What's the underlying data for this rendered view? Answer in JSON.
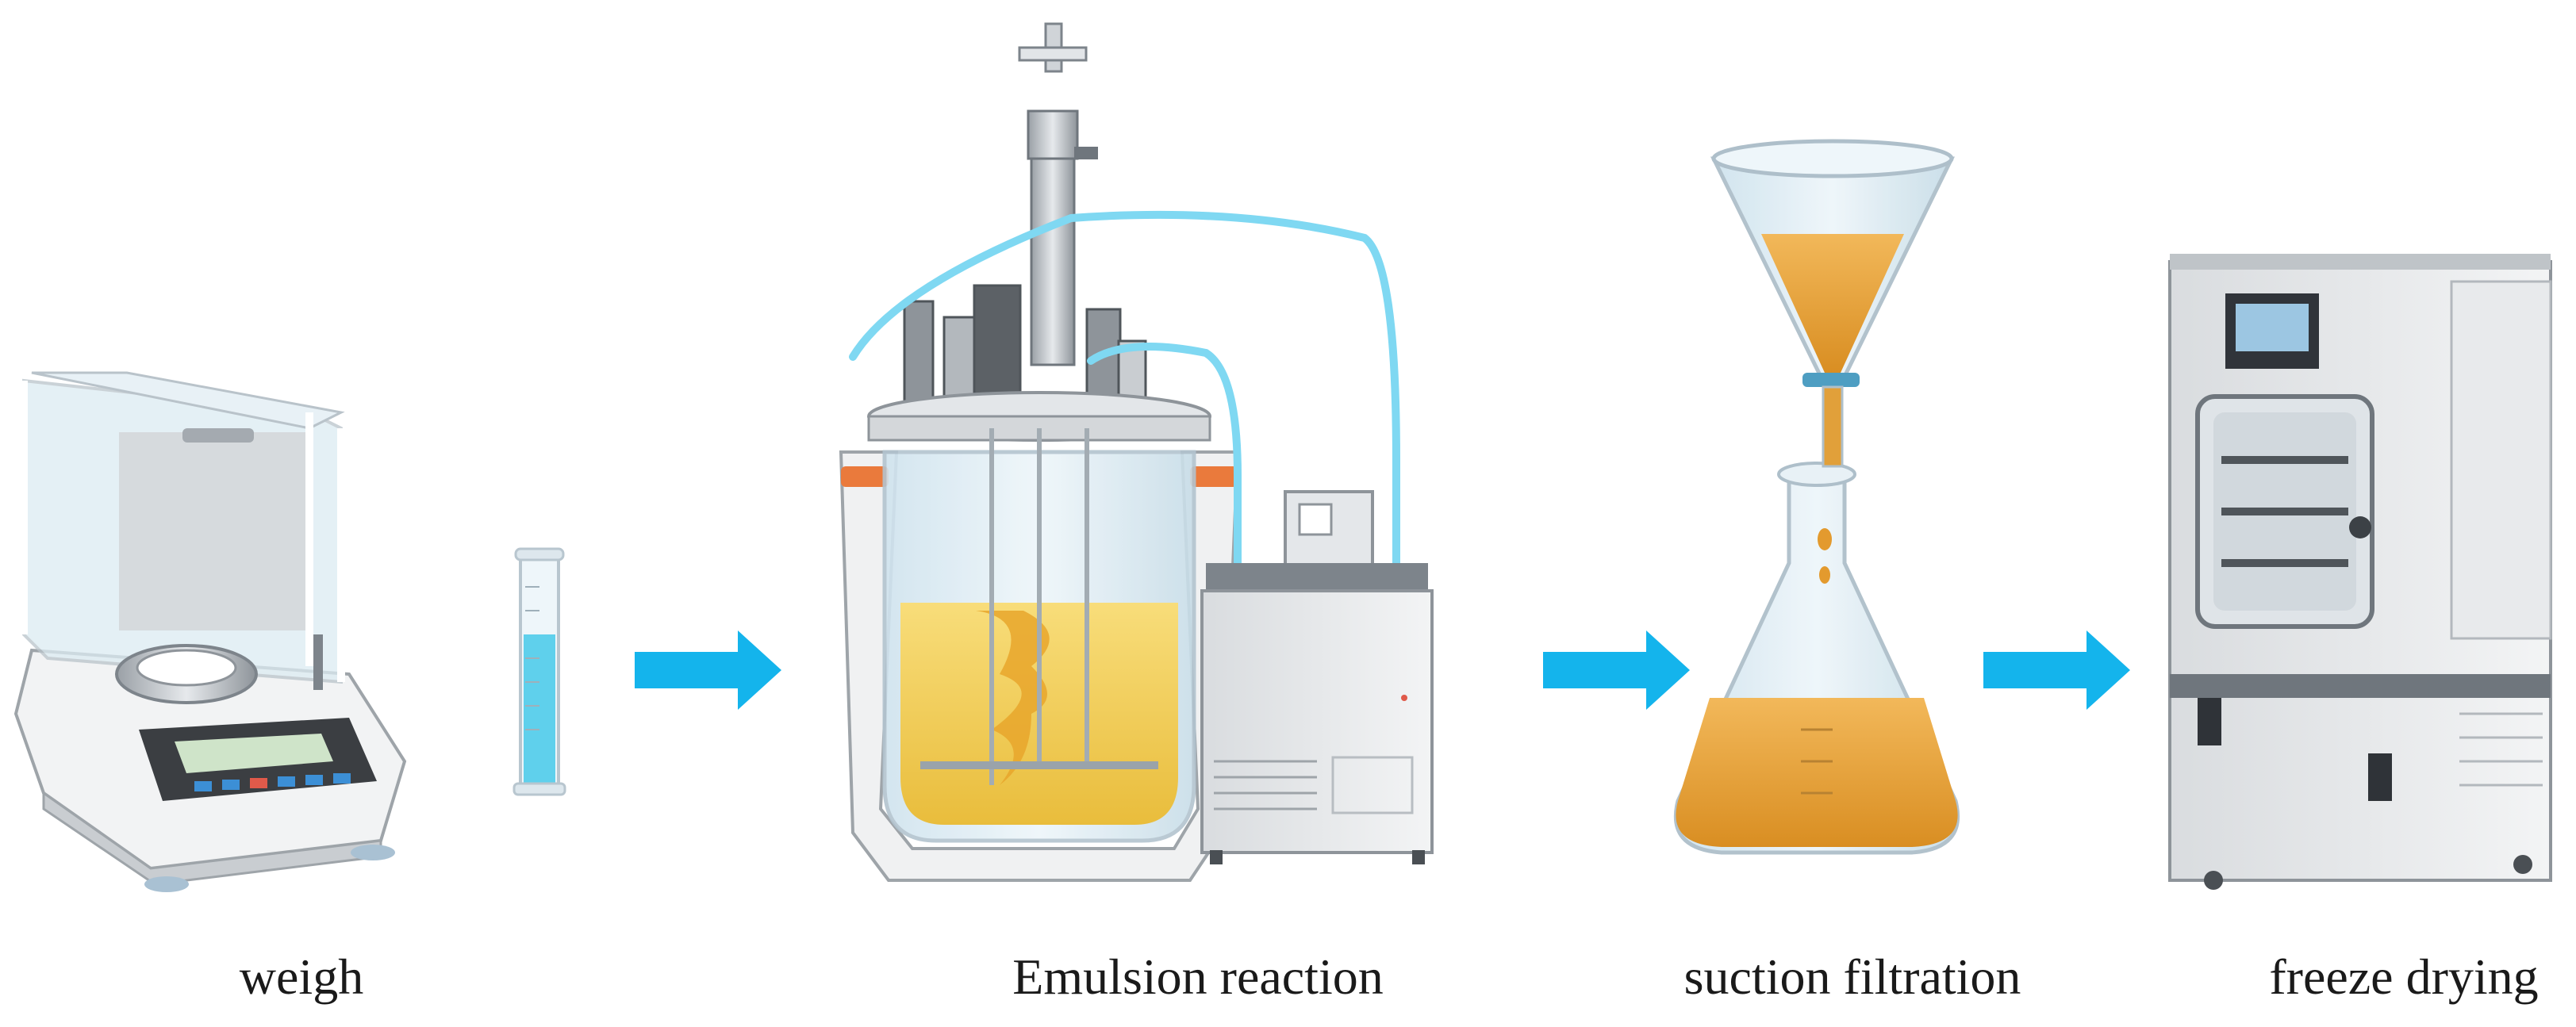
{
  "steps": [
    {
      "label": "weigh"
    },
    {
      "label": "Emulsion reaction"
    },
    {
      "label": "suction filtration"
    },
    {
      "label": "freeze drying"
    }
  ],
  "colors": {
    "arrow": "#14b4ec",
    "liquid_amber": "#e9a53b",
    "liquid_yellow": "#f3cf5b",
    "tube_blue": "#5fd0ec",
    "glass": "#dcecf3",
    "metal": "#c9cdd1"
  }
}
